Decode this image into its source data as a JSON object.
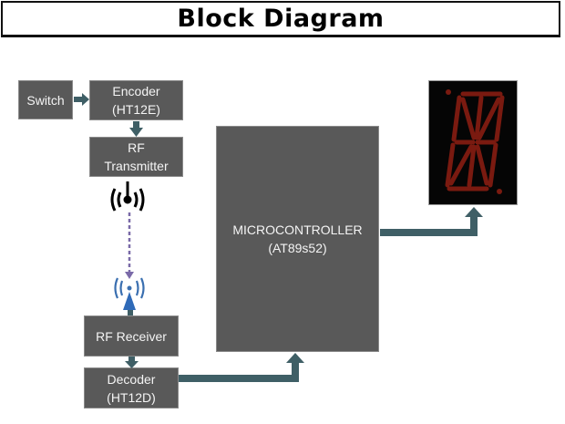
{
  "title": "Block Diagram",
  "blocks": {
    "switch": {
      "lines": [
        "Switch"
      ]
    },
    "encoder": {
      "lines": [
        "Encoder",
        "(HT12E)"
      ]
    },
    "transmitter": {
      "lines": [
        "RF",
        "Transmitter"
      ]
    },
    "receiver": {
      "lines": [
        "RF Receiver"
      ]
    },
    "decoder": {
      "lines": [
        "Decoder",
        "(HT12D)"
      ]
    },
    "microcontroller": {
      "lines": [
        "MICROCONTROLLER",
        "(AT89s52)"
      ]
    },
    "display": {
      "type": "14-segment-display",
      "icon": "alphanumeric-display-icon"
    }
  },
  "icons": {
    "transmit": "antenna-transmit-icon",
    "receive": "antenna-receive-icon"
  },
  "colors": {
    "block_fill": "#595959",
    "arrow": "#3f5f66",
    "wireless_link": "#7a6aa8",
    "receiver_antenna": "#3a6fb0",
    "segment": "#7a1a10",
    "display_bg": "#050505"
  }
}
